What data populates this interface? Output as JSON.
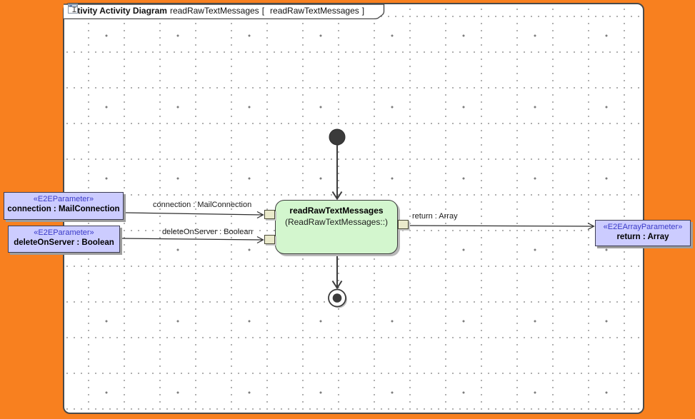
{
  "frame_tab": {
    "keyword": "activity Activity Diagram",
    "diagram_name": "readRawTextMessages",
    "bracket_open": "[",
    "inner_name": "readRawTextMessages",
    "bracket_close": "]"
  },
  "action_node": {
    "name": "readRawTextMessages",
    "qualifier": "(ReadRawTextMessages::)"
  },
  "parameters": {
    "connection": {
      "stereotype": "«E2EParameter»",
      "label": "connection : MailConnection"
    },
    "delete_on_server": {
      "stereotype": "«E2EParameter»",
      "label": "deleteOnServer : Boolean"
    },
    "return_param": {
      "stereotype": "«E2EArrayParameter»",
      "label": "return : Array"
    }
  },
  "edge_labels": {
    "connection": "connection : MailConnection",
    "delete_on_server": "deleteOnServer : Boolean",
    "return_flow": "return : Array"
  },
  "colors": {
    "desktop_background": "#f8801f",
    "canvas_background": "#ffffff",
    "grid_dot": "#949494",
    "action_fill": "#d3f6ce",
    "parameter_fill": "#ccccff",
    "pin_fill": "#eaeacb",
    "stereotype_text": "#3a3ac8",
    "line_color": "#3c3c3c"
  }
}
